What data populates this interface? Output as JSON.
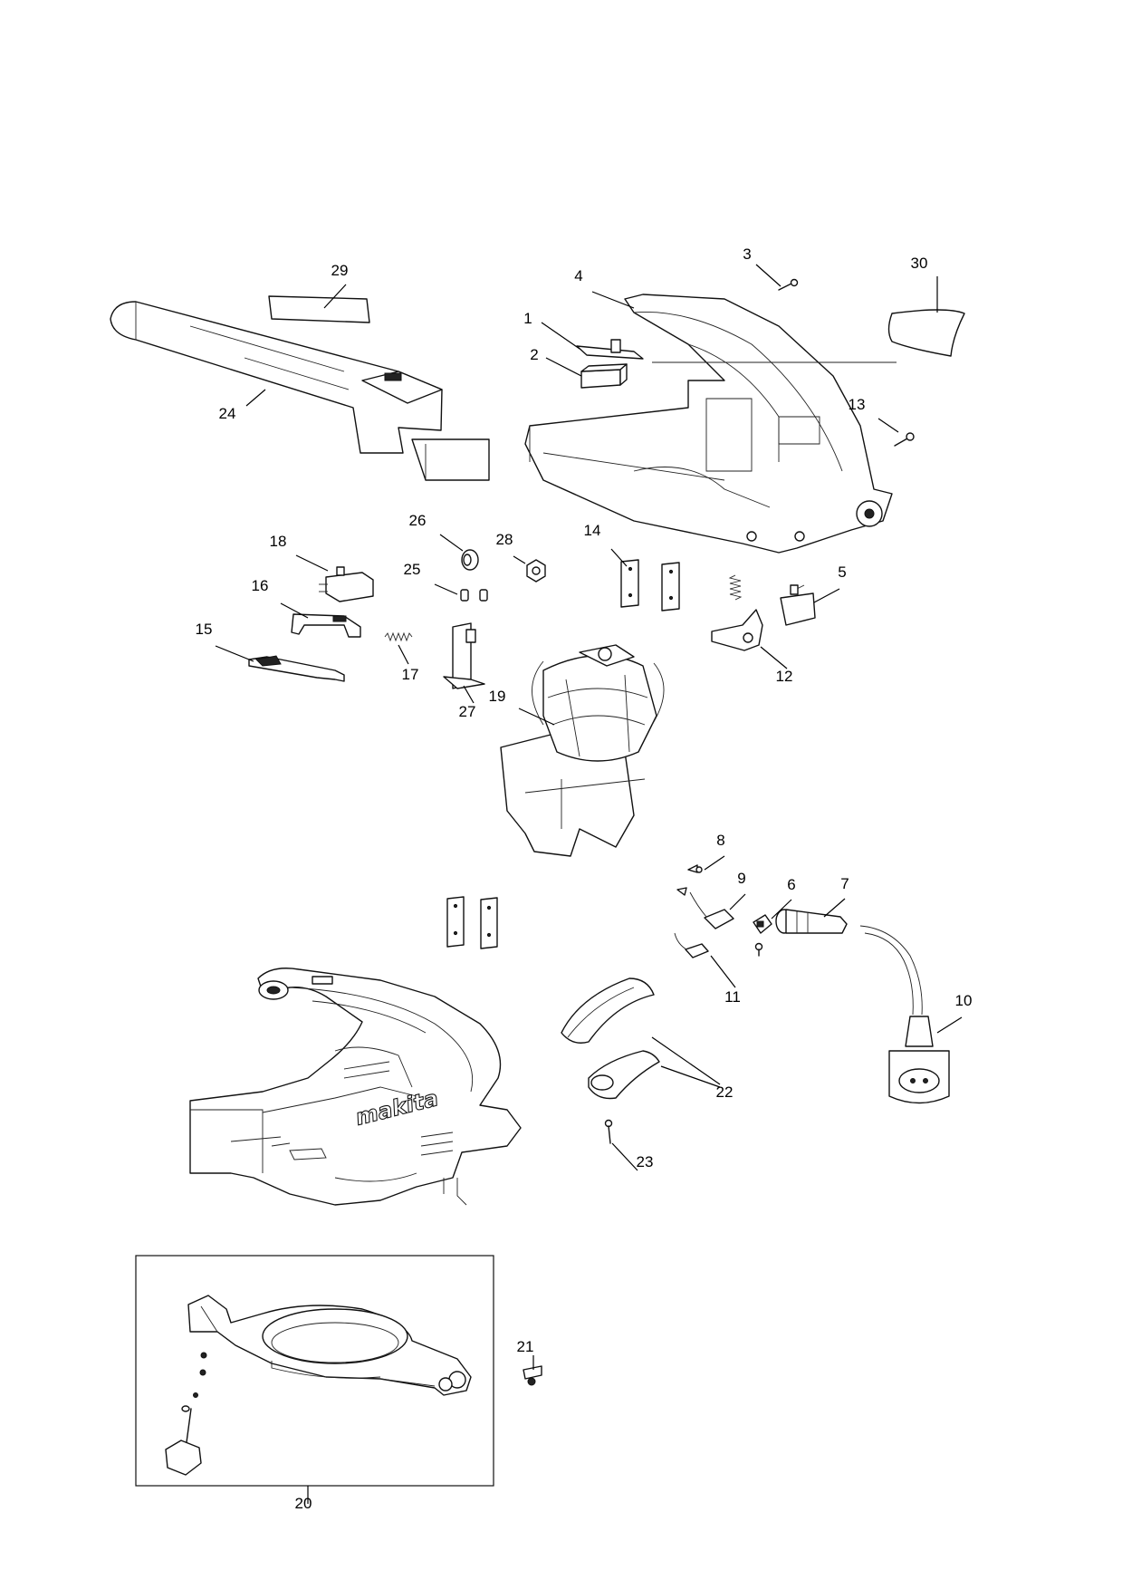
{
  "callouts": [
    "1",
    "2",
    "3",
    "4",
    "5",
    "6",
    "7",
    "8",
    "9",
    "10",
    "11",
    "12",
    "13",
    "14",
    "15",
    "16",
    "17",
    "18",
    "19",
    "20",
    "21",
    "22",
    "23",
    "24",
    "25",
    "26",
    "27",
    "28",
    "29",
    "30"
  ],
  "brand_mark": "makita",
  "colors": {
    "line": "#111111",
    "background": "#ffffff"
  }
}
